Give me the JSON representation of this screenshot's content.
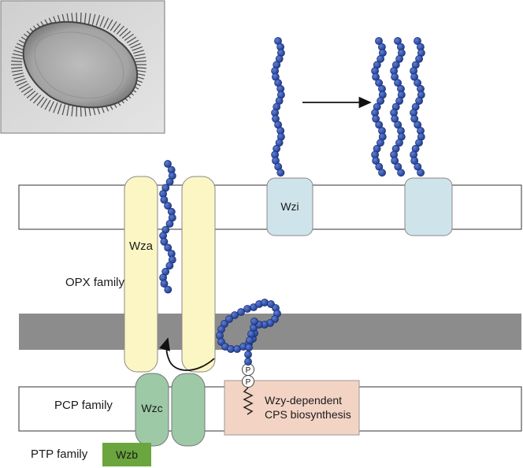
{
  "labels": {
    "wza": "Wza",
    "wzi": "Wzi",
    "wzc": "Wzc",
    "wzb": "Wzb",
    "opx_family": "OPX family",
    "pcp_family": "PCP family",
    "ptp_family": "PTP family",
    "cps_line1": "Wzy-dependent",
    "cps_line2": "CPS biosynthesis",
    "phosphate": "P"
  },
  "colors": {
    "membrane_fill": "#ffffff",
    "membrane_stroke": "#555555",
    "peptidoglycan": "#8c8c8c",
    "wza": "#fbf6c4",
    "wzi": "#cfe4ea",
    "wzc": "#9dc9a7",
    "wzb": "#6aa53e",
    "cps_box": "#f3d4c4",
    "bead": "#2b4aa0"
  },
  "icons": {
    "micrograph": "encapsulated-bacterium-micrograph",
    "polysaccharide": "polysaccharide-bead-chain",
    "export_arrow": "right-arrow-icon",
    "translocation_arrow": "curved-up-arrow-icon",
    "lipid_anchor": "zigzag-lipid-anchor-icon"
  }
}
